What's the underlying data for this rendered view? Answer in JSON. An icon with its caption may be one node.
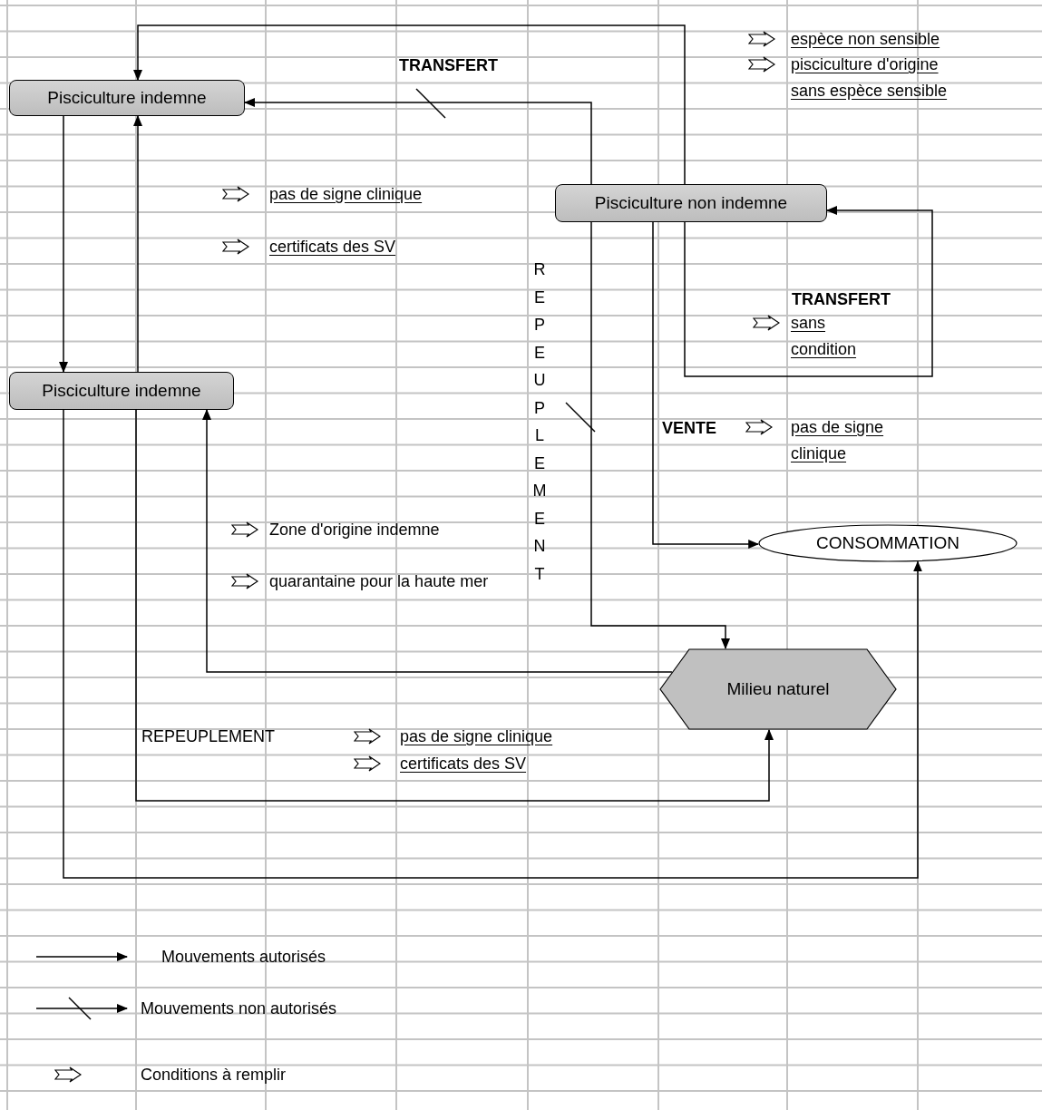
{
  "diagram": {
    "nodes": [
      {
        "text": [
          "Pisciculture indemne"
        ]
      },
      {
        "text": [
          "Pisciculture non indemne"
        ]
      },
      {
        "text": [
          "Pisciculture indemne"
        ]
      },
      {
        "text": [
          "CONSOMMATION"
        ]
      },
      {
        "text": [
          "Milieu naturel"
        ]
      }
    ],
    "edges": [
      {
        "from": 1,
        "to": 0,
        "arrow": "to"
      },
      {
        "from": 1,
        "to": 0,
        "arrow": "to",
        "label": "TRANSFERT"
      },
      {
        "from": 0,
        "to": 2,
        "arrow": "to"
      },
      {
        "from": 2,
        "to": 0,
        "arrow": "to"
      },
      {
        "from": 1,
        "to": 1,
        "arrow": "to",
        "label": "TRANSFERT"
      },
      {
        "from": 1,
        "to": 4,
        "arrow": "to",
        "label": "REPEUPLEMENT"
      },
      {
        "from": 1,
        "to": 3,
        "arrow": "to",
        "label": "VENTE"
      },
      {
        "from": 4,
        "to": 2,
        "arrow": "to"
      },
      {
        "from": 2,
        "to": 4,
        "arrow": "to",
        "label": "REPEUPLEMENT"
      },
      {
        "from": 2,
        "to": 3,
        "arrow": "to"
      }
    ],
    "labels": [
      "espèce non sensible",
      "pisciculture d'origine sans espèce sensible",
      "pas de signe clinique",
      "certificats des SV",
      "sans condition",
      "pas de signe clinique",
      "Zone d'origine indemne",
      "quarantaine pour la haute mer",
      "pas de signe clinique",
      "certificats des SV"
    ],
    "legend": [
      {
        "text": "Mouvements autorisés"
      },
      {
        "text": "Mouvements non autorisés"
      },
      {
        "text": "Conditions à remplir"
      }
    ]
  }
}
